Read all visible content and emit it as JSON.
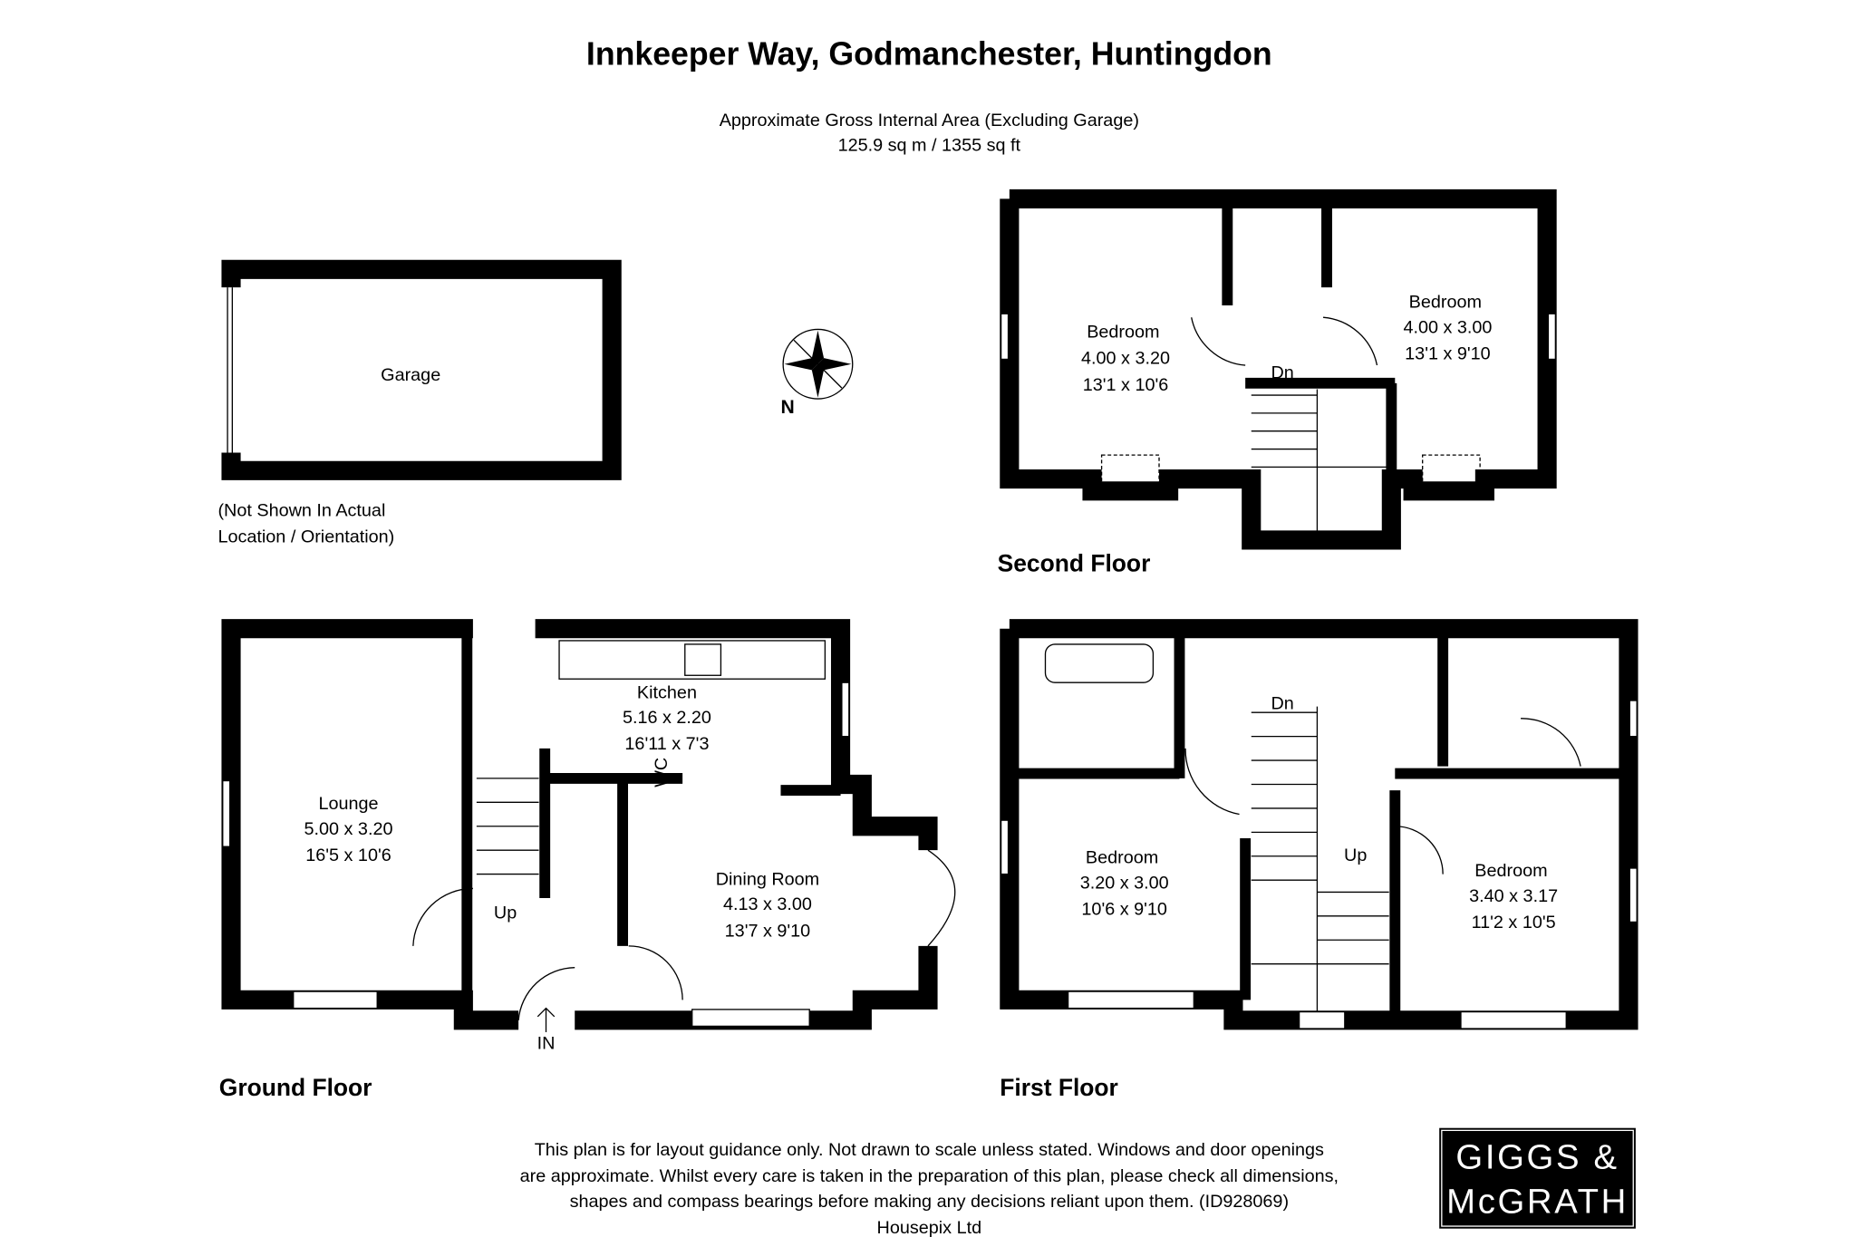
{
  "header": {
    "title": "Innkeeper Way, Godmanchester, Huntingdon",
    "area_label": "Approximate Gross Internal Area (Excluding Garage)",
    "area_value": "125.9 sq m / 1355 sq ft"
  },
  "garage": {
    "label": "Garage",
    "note_line1": "(Not Shown In Actual",
    "note_line2": "Location / Orientation)"
  },
  "compass": {
    "label": "N"
  },
  "second_floor": {
    "title": "Second Floor",
    "rooms": [
      {
        "name": "Bedroom",
        "metric": "4.00 x 3.20",
        "imperial": "13'1 x 10'6"
      },
      {
        "name": "Bedroom",
        "metric": "4.00 x 3.00",
        "imperial": "13'1 x 9'10"
      }
    ],
    "stairs": "Dn"
  },
  "ground_floor": {
    "title": "Ground Floor",
    "rooms": [
      {
        "name": "Lounge",
        "metric": "5.00 x 3.20",
        "imperial": "16'5 x 10'6"
      },
      {
        "name": "Kitchen",
        "metric": "5.16 x 2.20",
        "imperial": "16'11 x 7'3"
      },
      {
        "name": "Dining Room",
        "metric": "4.13 x 3.00",
        "imperial": "13'7 x 9'10"
      }
    ],
    "wc": "WC",
    "stairs": "Up",
    "entrance": "IN"
  },
  "first_floor": {
    "title": "First Floor",
    "rooms": [
      {
        "name": "Bedroom",
        "metric": "3.20 x 3.00",
        "imperial": "10'6 x 9'10"
      },
      {
        "name": "Bedroom",
        "metric": "3.40 x 3.17",
        "imperial": "11'2 x 10'5"
      }
    ],
    "stairs_dn": "Dn",
    "stairs_up": "Up"
  },
  "footer": {
    "disclaimer": [
      "This plan is for layout guidance only. Not drawn to scale unless stated. Windows and door openings",
      "are approximate. Whilst every care is taken in the preparation of this plan, please check all dimensions,",
      "shapes and compass bearings before making any decisions reliant upon them. (ID928069)",
      "Housepix Ltd"
    ]
  },
  "logo": {
    "line1": "GIGGS &",
    "line2": "McGRATH",
    "colors": {
      "background": "#000000",
      "text": "#ffffff"
    }
  }
}
